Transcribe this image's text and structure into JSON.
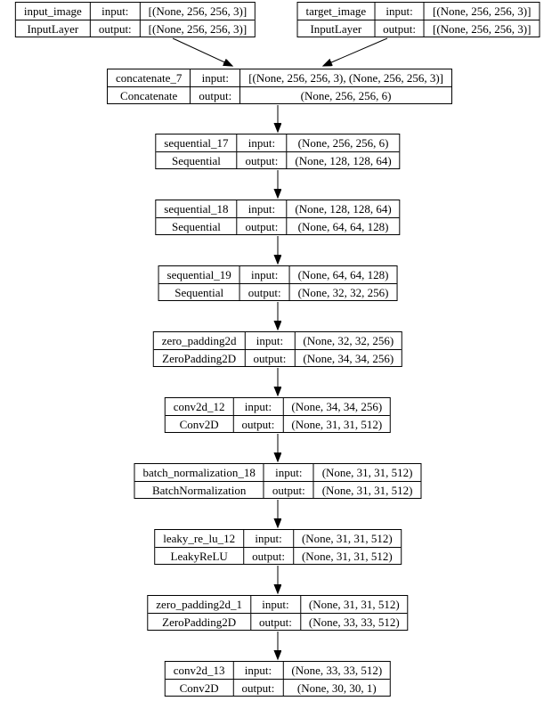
{
  "diagram": {
    "kind": "keras-model-graph",
    "colors": {
      "border": "#000000",
      "background": "#ffffff",
      "text": "#000000",
      "edge": "#000000"
    },
    "io_labels": {
      "input": "input:",
      "output": "output:"
    },
    "nodes": [
      {
        "name": "input_image",
        "type": "InputLayer",
        "input": "[(None, 256, 256, 3)]",
        "output": "[(None, 256, 256, 3)]"
      },
      {
        "name": "target_image",
        "type": "InputLayer",
        "input": "[(None, 256, 256, 3)]",
        "output": "[(None, 256, 256, 3)]"
      },
      {
        "name": "concatenate_7",
        "type": "Concatenate",
        "input": "[(None, 256, 256, 3), (None, 256, 256, 3)]",
        "output": "(None, 256, 256, 6)"
      },
      {
        "name": "sequential_17",
        "type": "Sequential",
        "input": "(None, 256, 256, 6)",
        "output": "(None, 128, 128, 64)"
      },
      {
        "name": "sequential_18",
        "type": "Sequential",
        "input": "(None, 128, 128, 64)",
        "output": "(None, 64, 64, 128)"
      },
      {
        "name": "sequential_19",
        "type": "Sequential",
        "input": "(None, 64, 64, 128)",
        "output": "(None, 32, 32, 256)"
      },
      {
        "name": "zero_padding2d",
        "type": "ZeroPadding2D",
        "input": "(None, 32, 32, 256)",
        "output": "(None, 34, 34, 256)"
      },
      {
        "name": "conv2d_12",
        "type": "Conv2D",
        "input": "(None, 34, 34, 256)",
        "output": "(None, 31, 31, 512)"
      },
      {
        "name": "batch_normalization_18",
        "type": "BatchNormalization",
        "input": "(None, 31, 31, 512)",
        "output": "(None, 31, 31, 512)"
      },
      {
        "name": "leaky_re_lu_12",
        "type": "LeakyReLU",
        "input": "(None, 31, 31, 512)",
        "output": "(None, 31, 31, 512)"
      },
      {
        "name": "zero_padding2d_1",
        "type": "ZeroPadding2D",
        "input": "(None, 31, 31, 512)",
        "output": "(None, 33, 33, 512)"
      },
      {
        "name": "conv2d_13",
        "type": "Conv2D",
        "input": "(None, 33, 33, 512)",
        "output": "(None, 30, 30, 1)"
      }
    ]
  }
}
